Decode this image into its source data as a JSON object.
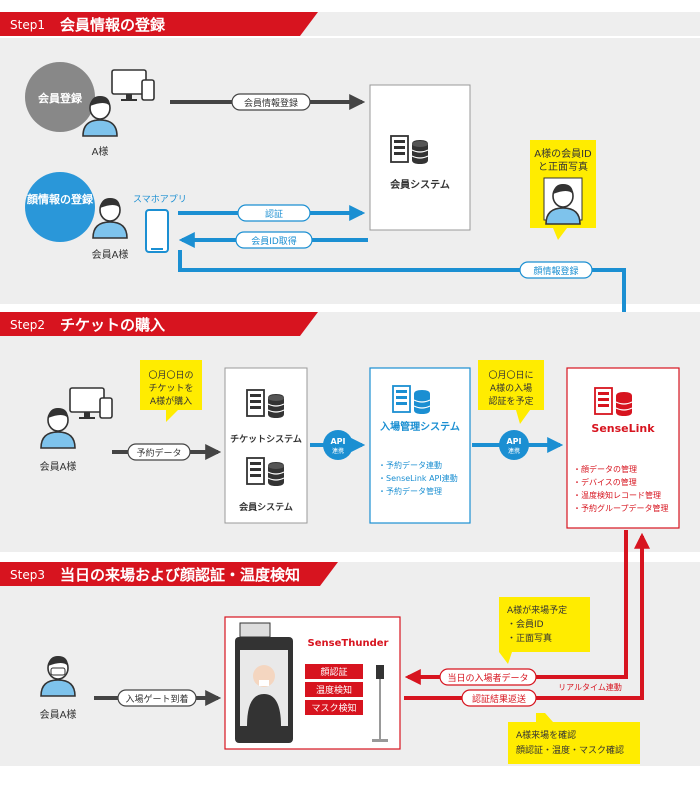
{
  "step1": {
    "badge": "Step1",
    "title": "会員情報の登録",
    "member_registration": "会員登録",
    "a_sama": "A様",
    "member_info_registration": "会員情報登録",
    "member_system": "会員システム",
    "face_info_registration": "顔情報の登録",
    "smartphone_app": "スマホアプリ",
    "auth": "認証",
    "member_id_acquire": "会員ID取得",
    "member_a_sama": "会員A様",
    "callout_line1": "A様の会員ID",
    "callout_line2": "と正面写真",
    "face_info_register": "顔情報登録"
  },
  "step2": {
    "badge": "Step2",
    "title": "チケットの購入",
    "callout_purchase": [
      "〇月〇日の",
      "チケットを",
      "A様が購入"
    ],
    "member_a_sama": "会員A様",
    "reservation_data": "予約データ",
    "ticket_system": "チケットシステム",
    "member_system": "会員システム",
    "api_label": "API",
    "api_sub": "連携",
    "entry_system": "入場管理システム",
    "entry_features": [
      "・予約データ連動",
      "・SenseLink API連動",
      "・予約データ管理"
    ],
    "callout_reserve": [
      "〇月〇日に",
      "A様の入場",
      "認証を予定"
    ],
    "senselink": "SenseLink",
    "senselink_features": [
      "・顔データの管理",
      "・デバイスの管理",
      "・温度検知レコード管理",
      "・予約グループデータ管理"
    ]
  },
  "step3": {
    "badge": "Step3",
    "title": "当日の来場および顔認証・温度検知",
    "member_a_sama": "会員A様",
    "gate_arrival": "入場ゲート到着",
    "sensethunder": "SenseThunder",
    "features": [
      "顔認証",
      "温度検知",
      "マスク検知"
    ],
    "callout_visit": [
      "A様が来場予定",
      "・会員ID",
      "・正面写真"
    ],
    "today_visitor_data": "当日の入場者データ",
    "auth_result_return": "認証結果返送",
    "realtime_link": "リアルタイム連動",
    "callout_confirm": [
      "A様来場を確認",
      "顔認証・温度・マスク確認"
    ]
  },
  "colors": {
    "red": "#d7141f",
    "blue": "#1b8fd2",
    "yellow": "#ffec00",
    "panel": "#eeeeee",
    "dark": "#333333"
  }
}
